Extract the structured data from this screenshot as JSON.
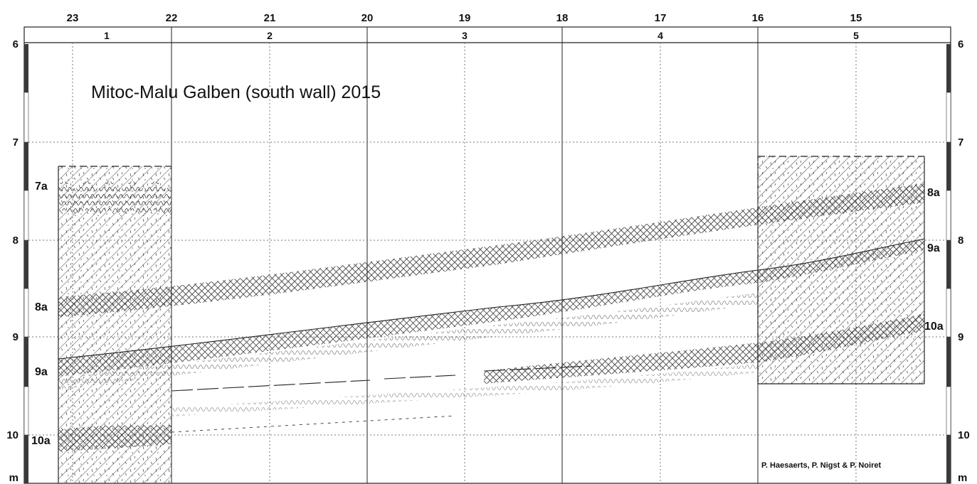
{
  "title": "Mitoc-Malu Galben (south wall) 2015",
  "credit": "P. Haesaerts, P. Nigst & P. Noiret",
  "grid_top_labels": [
    "23",
    "22",
    "21",
    "20",
    "19",
    "18",
    "17",
    "16",
    "15"
  ],
  "section_labels": [
    "1",
    "2",
    "3",
    "4",
    "5"
  ],
  "depth_labels_left": [
    "6",
    "7",
    "8",
    "9",
    "10",
    "m"
  ],
  "depth_labels_right": [
    "6",
    "7",
    "8",
    "9",
    "10",
    "m"
  ],
  "layer_labels": {
    "left": [
      "7a",
      "8a",
      "9a",
      "10a"
    ],
    "right": [
      "8a",
      "9a",
      "10a"
    ]
  },
  "colors": {
    "ink": "#111111",
    "grid": "#777777",
    "background": "#ffffff"
  }
}
